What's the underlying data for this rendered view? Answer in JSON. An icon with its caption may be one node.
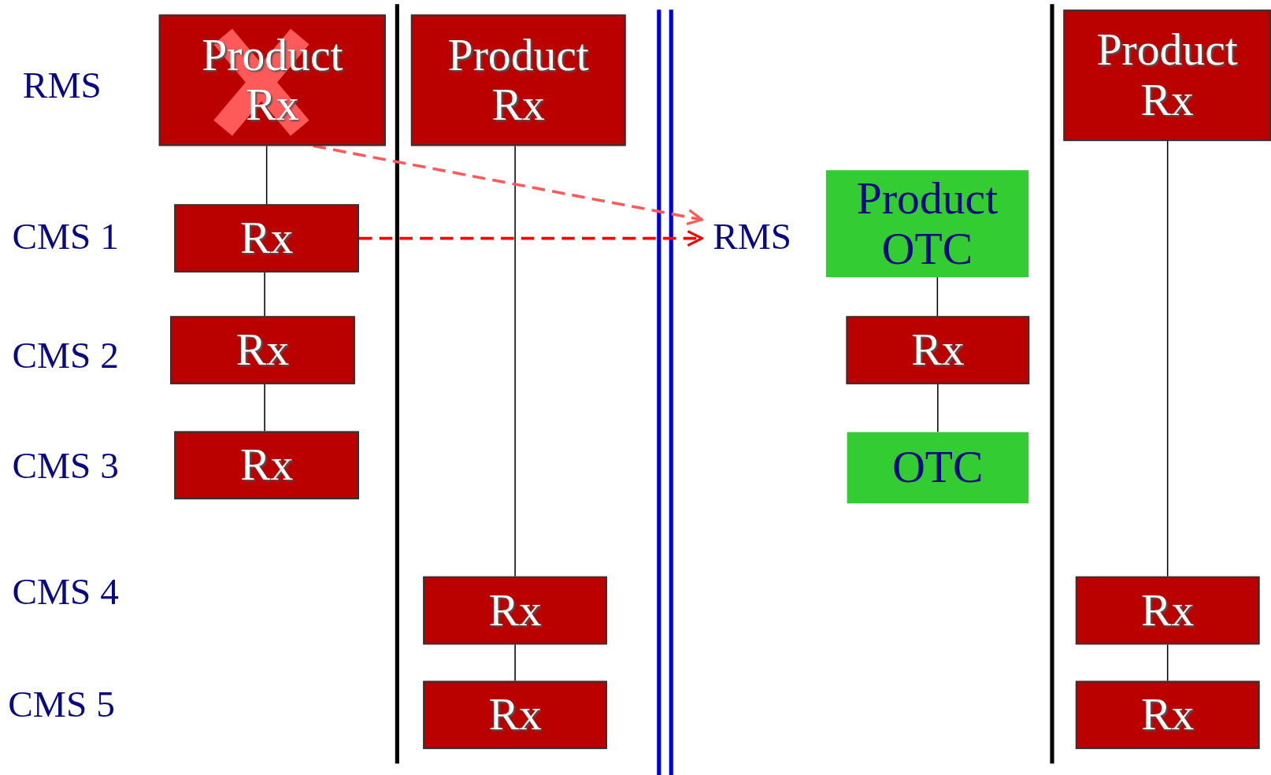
{
  "diagram": {
    "nodes": [
      {
        "text": [
          "Product Rx"
        ]
      },
      {
        "text": [
          "Rx"
        ]
      },
      {
        "text": [
          "Rx"
        ]
      },
      {
        "text": [
          "Rx"
        ]
      },
      {
        "text": [
          "Product Rx"
        ]
      },
      {
        "text": [
          "Rx"
        ]
      },
      {
        "text": [
          "Rx"
        ]
      },
      {
        "text": [
          "RMS"
        ]
      },
      {
        "text": [
          "Product OTC"
        ]
      },
      {
        "text": [
          "Rx"
        ]
      },
      {
        "text": [
          "OTC"
        ]
      },
      {
        "text": [
          "Product Rx"
        ]
      },
      {
        "text": [
          "Rx"
        ]
      },
      {
        "text": [
          "Rx"
        ]
      }
    ],
    "edges": [
      {
        "from": 0,
        "to": 1,
        "arrow": "none"
      },
      {
        "from": 1,
        "to": 2,
        "arrow": "none"
      },
      {
        "from": 2,
        "to": 3,
        "arrow": "none"
      },
      {
        "from": 4,
        "to": 5,
        "arrow": "none"
      },
      {
        "from": 5,
        "to": 6,
        "arrow": "none"
      },
      {
        "from": 8,
        "to": 9,
        "arrow": "none"
      },
      {
        "from": 9,
        "to": 10,
        "arrow": "none"
      },
      {
        "from": 11,
        "to": 12,
        "arrow": "none"
      },
      {
        "from": 12,
        "to": 13,
        "arrow": "none"
      },
      {
        "from": 0,
        "to": 7,
        "arrow": "to",
        "style": "dashed",
        "color": "#ff5a5a"
      },
      {
        "from": 1,
        "to": 7,
        "arrow": "to",
        "style": "dashed",
        "color": "#ff0000"
      }
    ],
    "labels": [
      "RMS",
      "CMS 1",
      "CMS 2",
      "CMS 3",
      "CMS 4",
      "CMS 5"
    ]
  }
}
